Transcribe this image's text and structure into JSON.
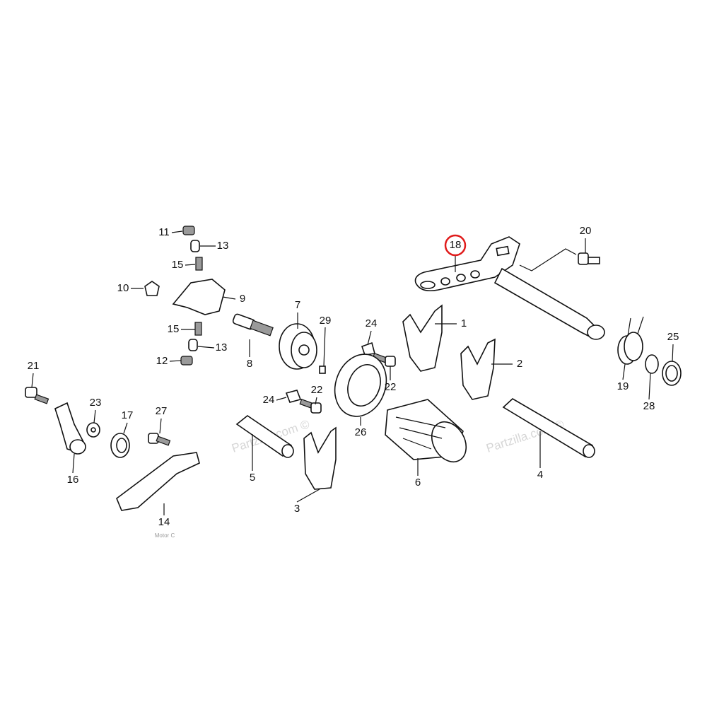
{
  "diagram": {
    "callouts": [
      "11",
      "13",
      "15",
      "10",
      "9",
      "7",
      "29",
      "24",
      "1",
      "15",
      "13",
      "8",
      "12",
      "21",
      "2",
      "22",
      "24",
      "22",
      "26",
      "23",
      "17",
      "27",
      "20",
      "18",
      "25",
      "19",
      "28",
      "16",
      "5",
      "6",
      "4",
      "3",
      "14"
    ],
    "highlighted_callout": "18",
    "highlight_color": "#e01b1b",
    "watermark": "Partzilla.com ©",
    "small_text": "Motor C"
  }
}
